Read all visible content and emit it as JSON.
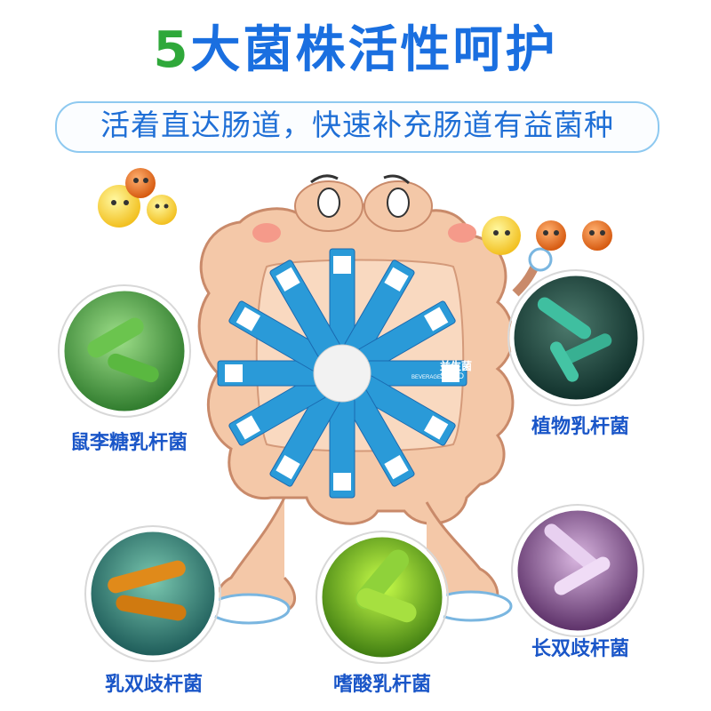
{
  "title": {
    "number": "5",
    "text": "大菌株活性呵护"
  },
  "subtitle": "活着直达肠道，快速补充肠道有益菌种",
  "sachet_text": {
    "name": "益生菌",
    "solid": "SOLID",
    "beverage": "BEVERAGE"
  },
  "strains": [
    {
      "name": "鼠李糖乳杆菌",
      "color": "#4caa3a"
    },
    {
      "name": "植物乳杆菌",
      "color": "#2f8f6f"
    },
    {
      "name": "乳双歧杆菌",
      "color": "#d08a20"
    },
    {
      "name": "嗜酸乳杆菌",
      "color": "#8ccf2a"
    },
    {
      "name": "长双歧杆菌",
      "color": "#9a6aa8"
    }
  ],
  "colors": {
    "title_blue": "#1a6fe0",
    "accent_green": "#2fa83a",
    "label_blue": "#1a56c8",
    "intestine": "#f4c8a8"
  }
}
